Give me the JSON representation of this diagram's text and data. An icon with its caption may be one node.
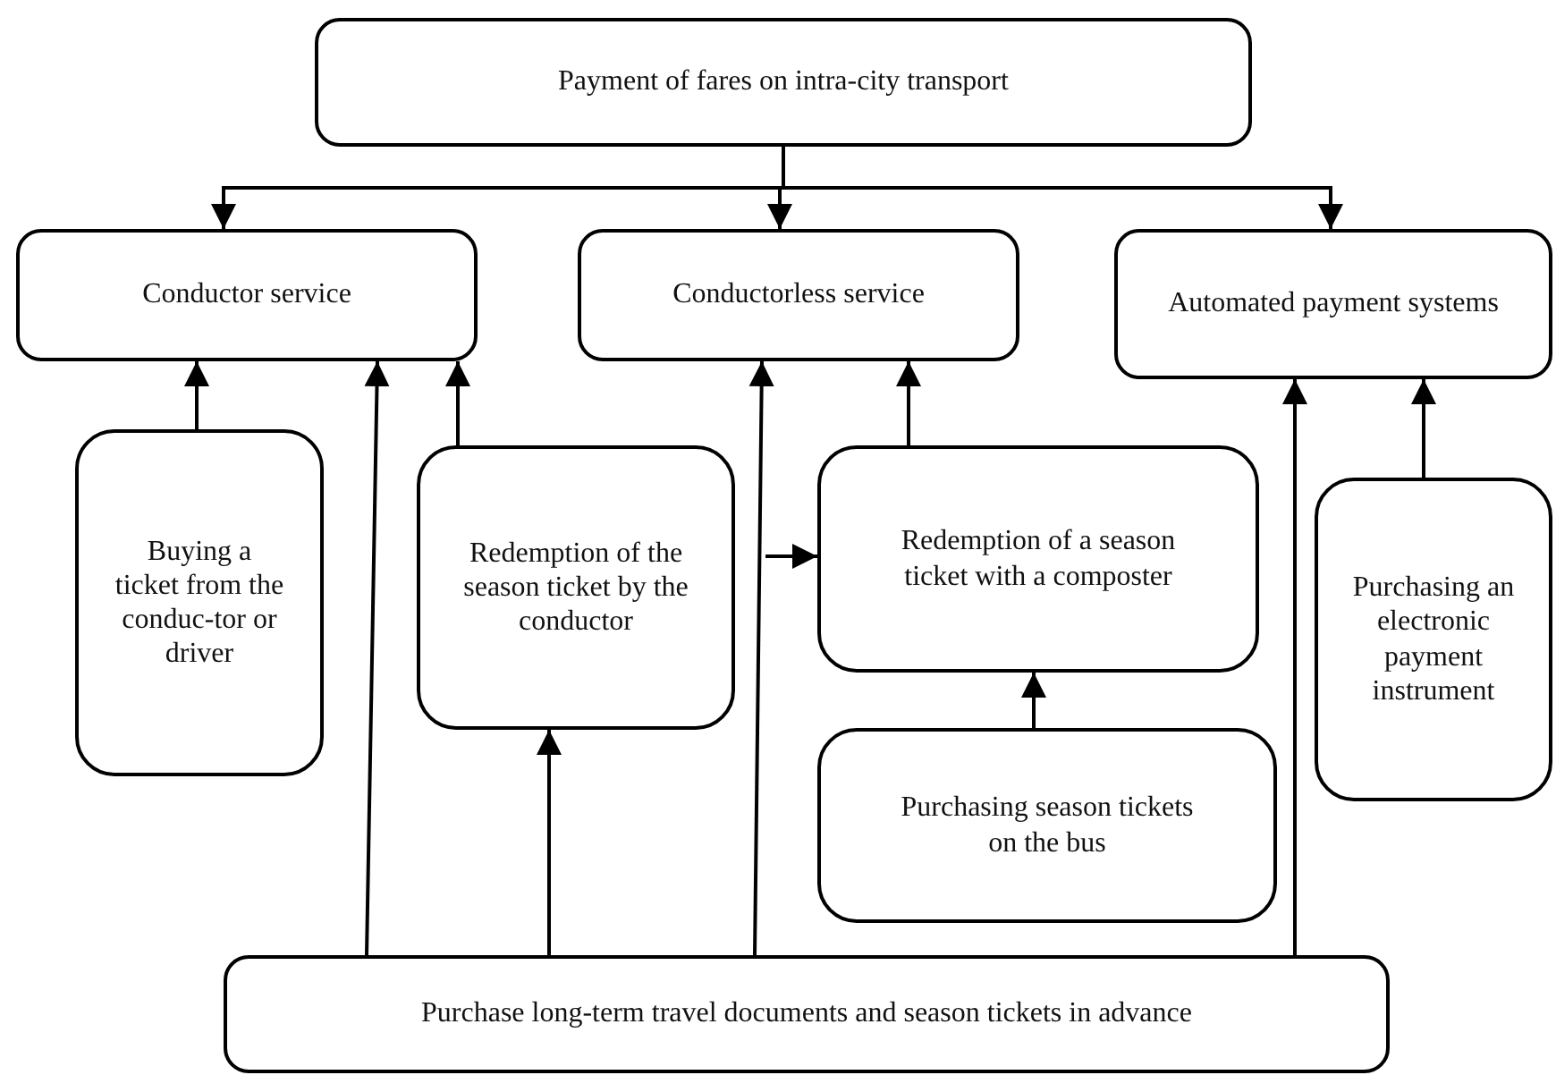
{
  "diagram": {
    "nodes": [
      {
        "text": [
          "Payment of fares on intra-city transport"
        ]
      },
      {
        "text": [
          "Conductor service"
        ]
      },
      {
        "text": [
          "Conductorless service"
        ]
      },
      {
        "text": [
          "Automated payment systems"
        ]
      },
      {
        "text": [
          "Buying a ticket from the conduc-tor or driver"
        ]
      },
      {
        "text": [
          "Redemption of the season ticket by the conductor"
        ]
      },
      {
        "text": [
          "Redemption of a season ticket with a composter"
        ]
      },
      {
        "text": [
          "Purchasing season tickets on the bus"
        ]
      },
      {
        "text": [
          "Purchasing an electronic payment instrument"
        ]
      },
      {
        "text": [
          "Purchase long-term travel documents and season tickets in advance"
        ]
      }
    ],
    "edges": [
      {
        "from": 0,
        "to": 1,
        "arrow": "to"
      },
      {
        "from": 0,
        "to": 2,
        "arrow": "to"
      },
      {
        "from": 0,
        "to": 3,
        "arrow": "to"
      },
      {
        "from": 4,
        "to": 1,
        "arrow": "to"
      },
      {
        "from": 9,
        "to": 1,
        "arrow": "to"
      },
      {
        "from": 5,
        "to": 1,
        "arrow": "to"
      },
      {
        "from": 9,
        "to": 2,
        "arrow": "to"
      },
      {
        "from": 6,
        "to": 2,
        "arrow": "to"
      },
      {
        "from": null,
        "to": 6,
        "arrow": "to"
      },
      {
        "from": 9,
        "to": 5,
        "arrow": "to"
      },
      {
        "from": 7,
        "to": 6,
        "arrow": "to"
      },
      {
        "from": 9,
        "to": 3,
        "arrow": "to"
      },
      {
        "from": 8,
        "to": 3,
        "arrow": "to"
      }
    ]
  }
}
